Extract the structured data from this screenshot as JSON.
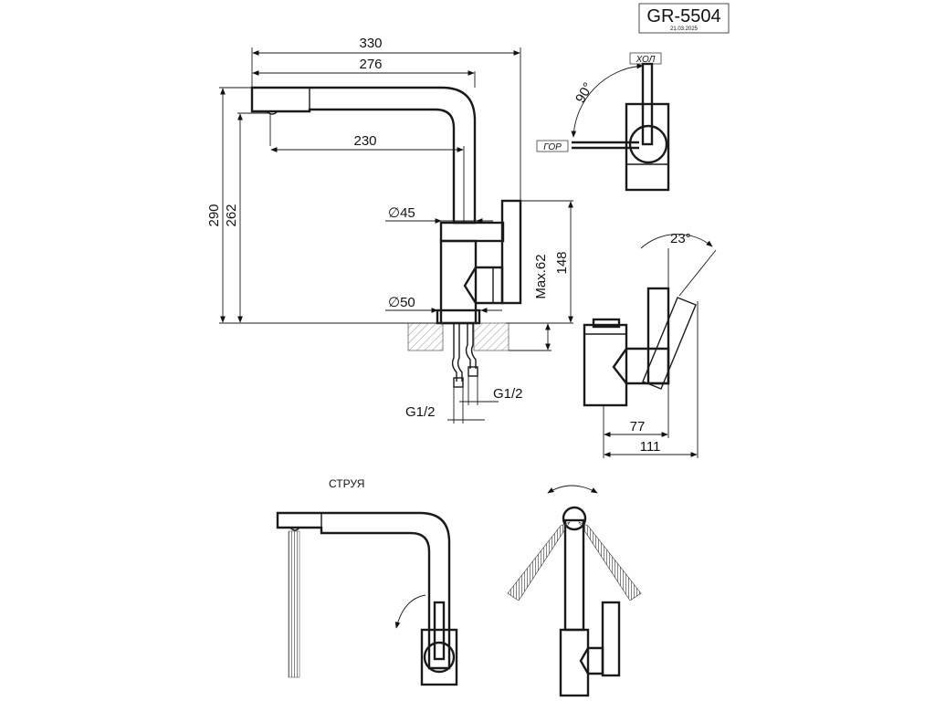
{
  "title": {
    "model": "GR-5504",
    "date": "21.03.2025"
  },
  "dimensions": {
    "overall_reach": "330",
    "spout_reach": "276",
    "spout_inner": "230",
    "total_height": "290",
    "spout_height": "262",
    "body_diameter": "∅45",
    "base_diameter": "∅50",
    "max_counter": "Max.62",
    "body_height": "148",
    "thread_left": "G1/2",
    "thread_right": "G1/2",
    "side_inner": "77",
    "side_outer": "111"
  },
  "angles": {
    "handle_rotation": "90°",
    "handle_tilt": "23°"
  },
  "labels": {
    "cold": "ХОЛ",
    "hot": "ГОР",
    "stream": "СТРУЯ"
  }
}
